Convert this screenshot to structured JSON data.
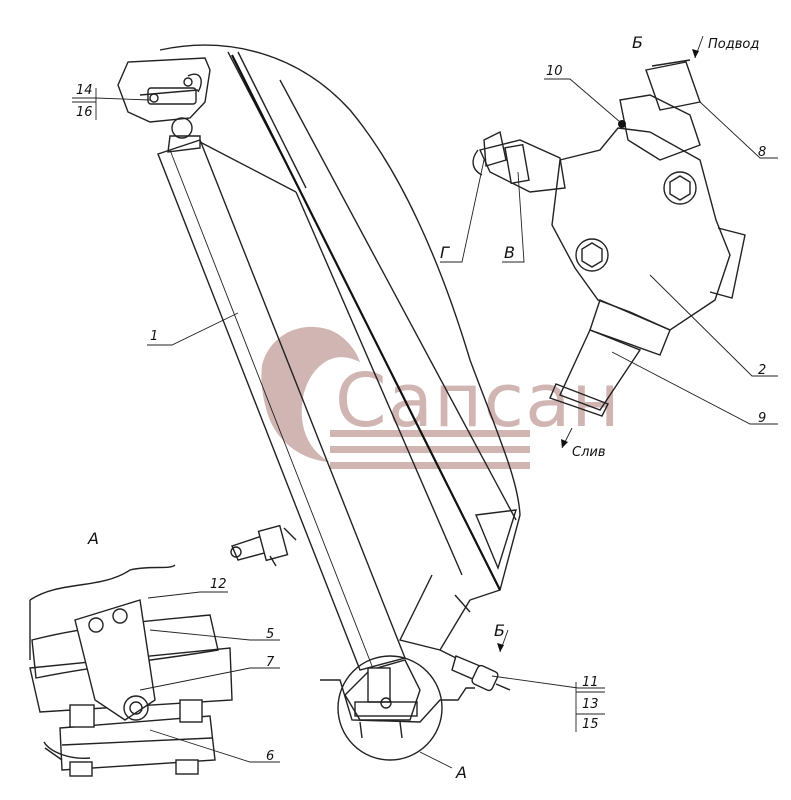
{
  "labels": {
    "view_b": "Б",
    "supply": "Подвод",
    "drain": "Слив",
    "g": "Г",
    "v": "В",
    "view_a": "А",
    "view_a_callout": "А",
    "view_b_callout": "Б",
    "p1": "1",
    "p2": "2",
    "p5": "5",
    "p6": "6",
    "p7": "7",
    "p8": "8",
    "p9": "9",
    "p10": "10",
    "p11": "11",
    "p12": "12",
    "p13": "13",
    "p14": "14",
    "p15": "15",
    "p16": "16"
  },
  "watermark": {
    "text": "Сапсан",
    "color": "#c9a9a6"
  }
}
